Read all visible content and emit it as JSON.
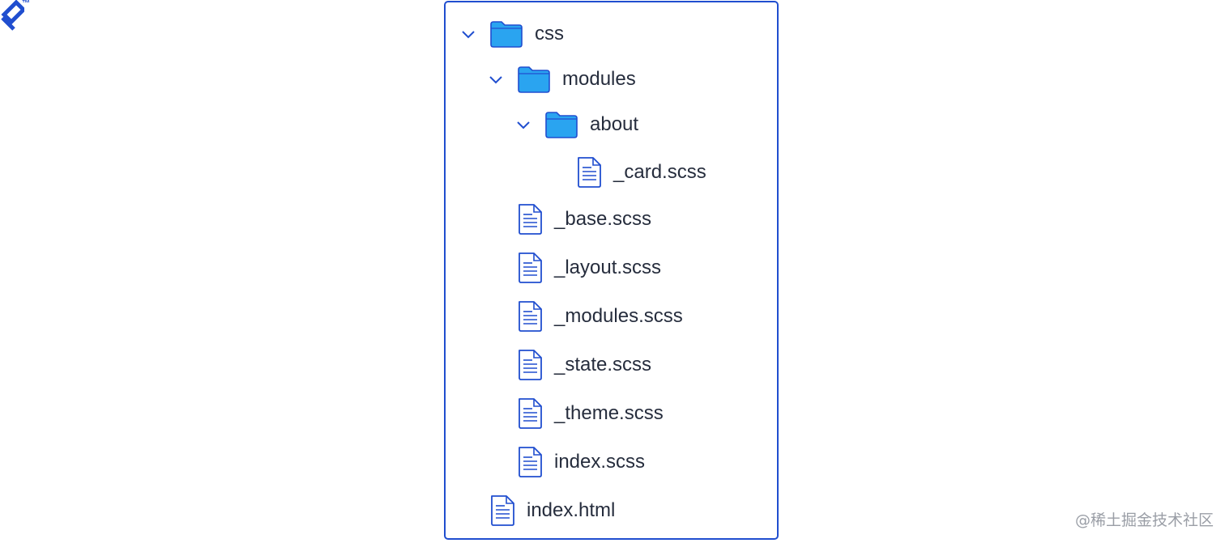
{
  "brand": {
    "tm": "™"
  },
  "tree": {
    "items": [
      {
        "label": "css",
        "type": "folder",
        "expanded": true,
        "depth": 0
      },
      {
        "label": "modules",
        "type": "folder",
        "expanded": true,
        "depth": 1
      },
      {
        "label": "about",
        "type": "folder",
        "expanded": true,
        "depth": 2
      },
      {
        "label": "_card.scss",
        "type": "file",
        "depth": 3
      },
      {
        "label": "_base.scss",
        "type": "file",
        "depth": 1
      },
      {
        "label": "_layout.scss",
        "type": "file",
        "depth": 1
      },
      {
        "label": "_modules.scss",
        "type": "file",
        "depth": 1
      },
      {
        "label": "_state.scss",
        "type": "file",
        "depth": 1
      },
      {
        "label": "_theme.scss",
        "type": "file",
        "depth": 1
      },
      {
        "label": "index.scss",
        "type": "file",
        "depth": 1
      },
      {
        "label": "index.html",
        "type": "file",
        "depth": 0
      }
    ]
  },
  "watermark": {
    "text": "@稀土掘金技术社区"
  },
  "colors": {
    "accent": "#204ecf",
    "folder_fill": "#2aa4f0",
    "text": "#262d3d",
    "watermark": "#9a9ea6"
  },
  "icons": {
    "folder": "folder-icon",
    "file": "file-icon",
    "chevron": "chevron-down-icon",
    "brand": "brand-logo-icon"
  }
}
